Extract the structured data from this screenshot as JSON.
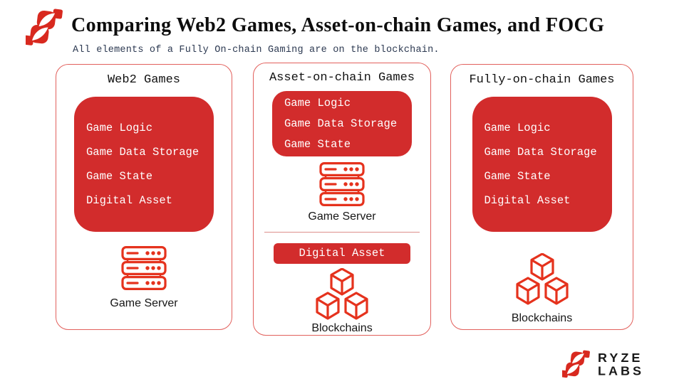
{
  "header": {
    "title": "Comparing Web2 Games, Asset-on-chain Games, and FOCG",
    "subtitle": "All elements of a Fully On-chain Gaming are on the blockchain."
  },
  "columns": [
    {
      "title": "Web2 Games",
      "stack_items": [
        "Game Logic",
        "Game Data Storage",
        "Game State",
        "Digital Asset"
      ],
      "device_icon": "server-icon",
      "device_label": "Game Server"
    },
    {
      "title": "Asset-on-chain Games",
      "stack_items": [
        "Game Logic",
        "Game Data Storage",
        "Game State"
      ],
      "device_icon": "server-icon",
      "device_label": "Game Server",
      "onchain_box_label": "Digital Asset",
      "onchain_icon": "blockchain-cubes-icon",
      "onchain_label": "Blockchains"
    },
    {
      "title": "Fully-on-chain Games",
      "stack_items": [
        "Game Logic",
        "Game Data Storage",
        "Game State",
        "Digital Asset"
      ],
      "device_icon": "blockchain-cubes-icon",
      "device_label": "Blockchains"
    }
  ],
  "brand": {
    "line1": "RYZE",
    "line2": "LABS"
  },
  "colors": {
    "stack_box_red": "#d22c2c",
    "icon_red": "#e5321d",
    "column_border_red": "#e2605c",
    "logo_red": "#d8291f",
    "subtitle_color": "#2d3a52"
  }
}
